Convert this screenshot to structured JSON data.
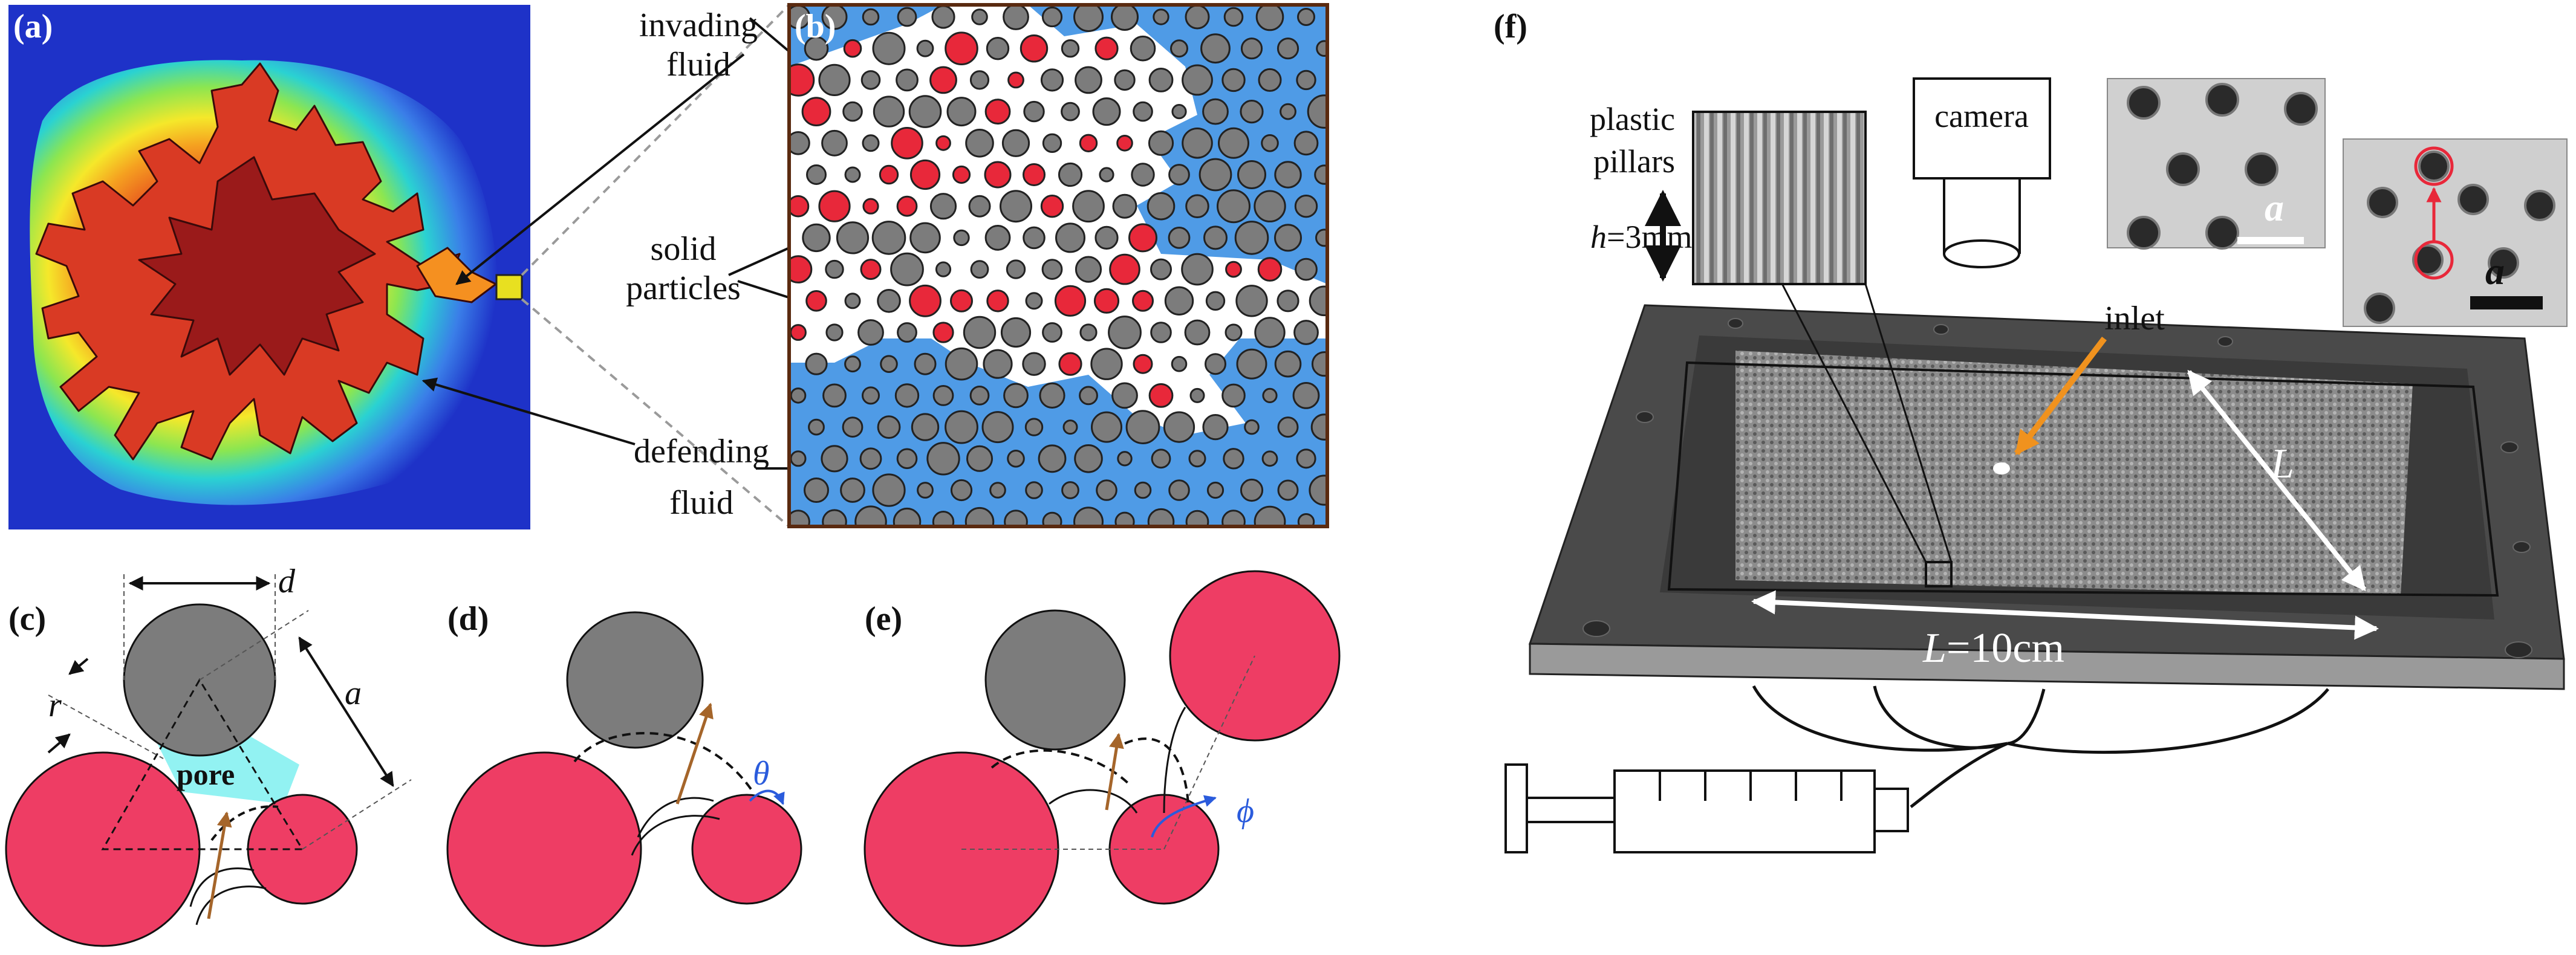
{
  "panels": {
    "a": {
      "label": "(a)"
    },
    "b": {
      "label": "(b)"
    },
    "c": {
      "label": "(c)"
    },
    "d": {
      "label": "(d)"
    },
    "e": {
      "label": "(e)"
    },
    "f": {
      "label": "(f)"
    }
  },
  "annotations": {
    "invading_line1": "invading",
    "invading_line2": "fluid",
    "solid_line1": "solid",
    "solid_line2": "particles",
    "defending_line1": "defending",
    "defending_line2": "fluid"
  },
  "geometry_labels": {
    "d": "d",
    "r": "r",
    "a": "a",
    "pore": "pore",
    "theta": "θ",
    "phi": "ϕ"
  },
  "setup_labels": {
    "plastic": "plastic",
    "pillars": "pillars",
    "camera": "camera",
    "h_var": "h",
    "h_value": "=3mm",
    "inlet": "inlet",
    "L": "L",
    "L_var": "L",
    "L_value": "=10cm",
    "scale_a1": "a",
    "scale_a2": "a"
  },
  "colors": {
    "invader_red": "#e8283a",
    "solid_gray": "#7c7c7c",
    "defending_blue": "#4f9be6",
    "particle_pink": "#ee3d64",
    "pore_cyan": "#7ff0f0",
    "angle_blue": "#2a5bdc",
    "flow_brown": "#a5652a",
    "inlet_orange": "#f0921e"
  }
}
